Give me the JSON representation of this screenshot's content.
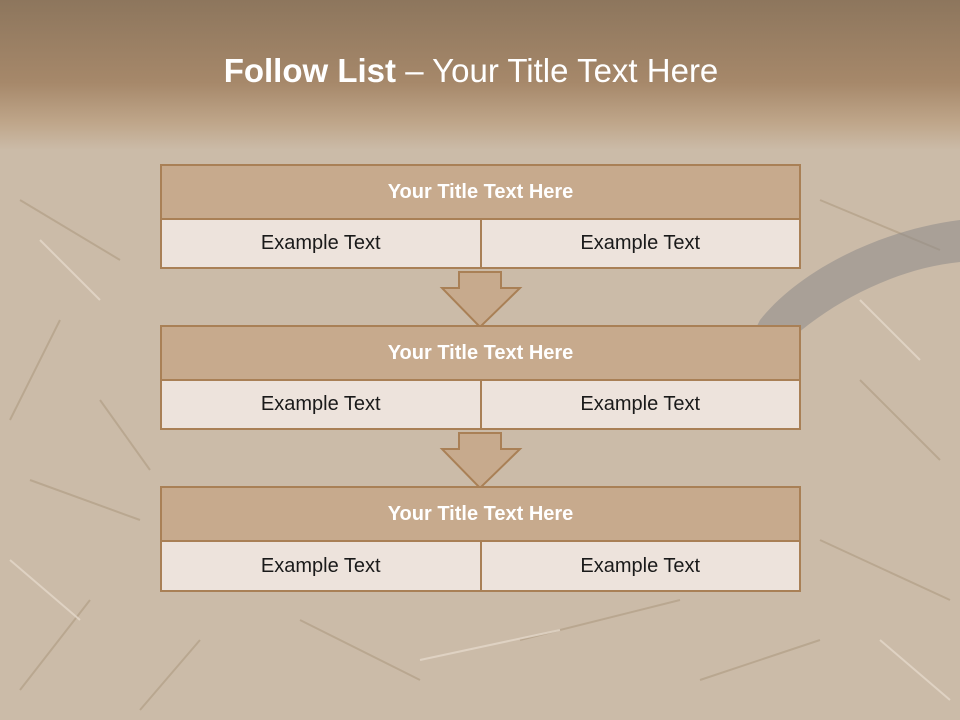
{
  "slide": {
    "title_bold": "Follow List",
    "title_rest": " – Your Title Text Here"
  },
  "blocks": [
    {
      "title": "Your Title Text Here",
      "left": "Example Text",
      "right": "Example Text"
    },
    {
      "title": "Your Title Text Here",
      "left": "Example Text",
      "right": "Example Text"
    },
    {
      "title": "Your Title Text Here",
      "left": "Example Text",
      "right": "Example Text"
    }
  ],
  "colors": {
    "header": "#a6886a",
    "box_border": "#a98056",
    "box_title_fill": "#c7aa8d",
    "cell_fill": "#ede3dc",
    "arrow_fill": "#c7aa8d"
  }
}
